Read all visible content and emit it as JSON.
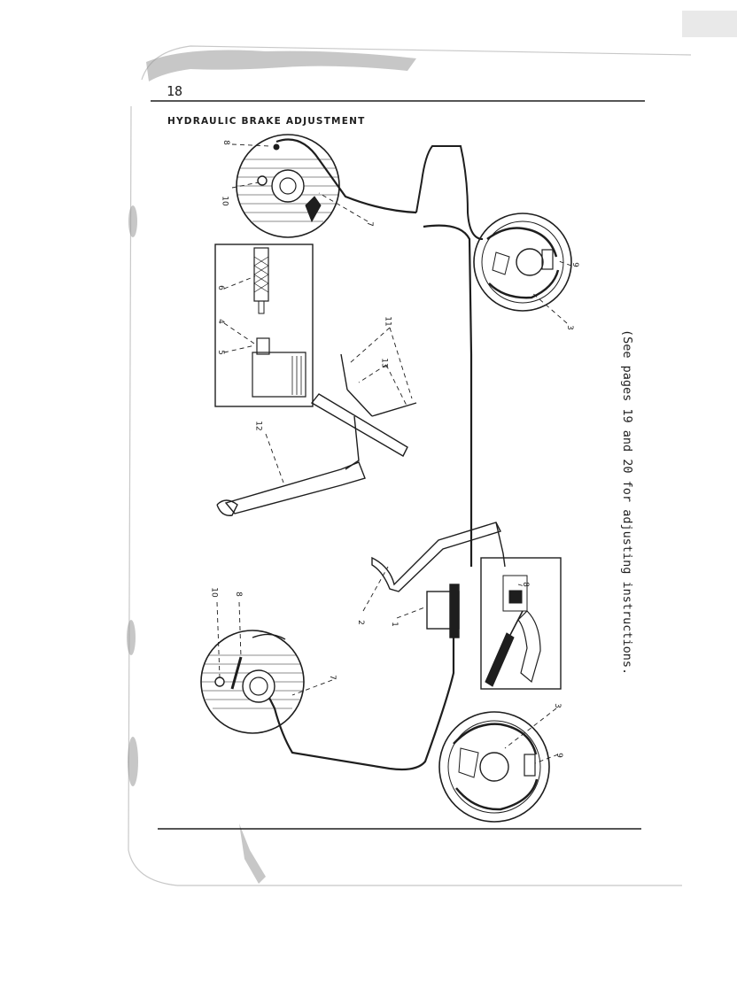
{
  "page": {
    "number": "18",
    "title": "HYDRAULIC BRAKE ADJUSTMENT",
    "note": "(See pages 19 and 20 for adjusting instructions."
  },
  "callouts": {
    "c1": "1",
    "c2": "2",
    "c3a": "3",
    "c3b": "3",
    "c4": "4",
    "c5": "5",
    "c6": "6",
    "c7a": "7",
    "c7b": "7",
    "c8a": "8",
    "c8b": "8",
    "c8c": "8",
    "c9a": "9",
    "c9b": "9",
    "c10a": "10",
    "c10b": "10",
    "c11": "11",
    "c12": "12",
    "c13": "13"
  },
  "colors": {
    "ink": "#1e1e1e",
    "paper": "#ffffff",
    "stain": "#9a9a9a"
  }
}
